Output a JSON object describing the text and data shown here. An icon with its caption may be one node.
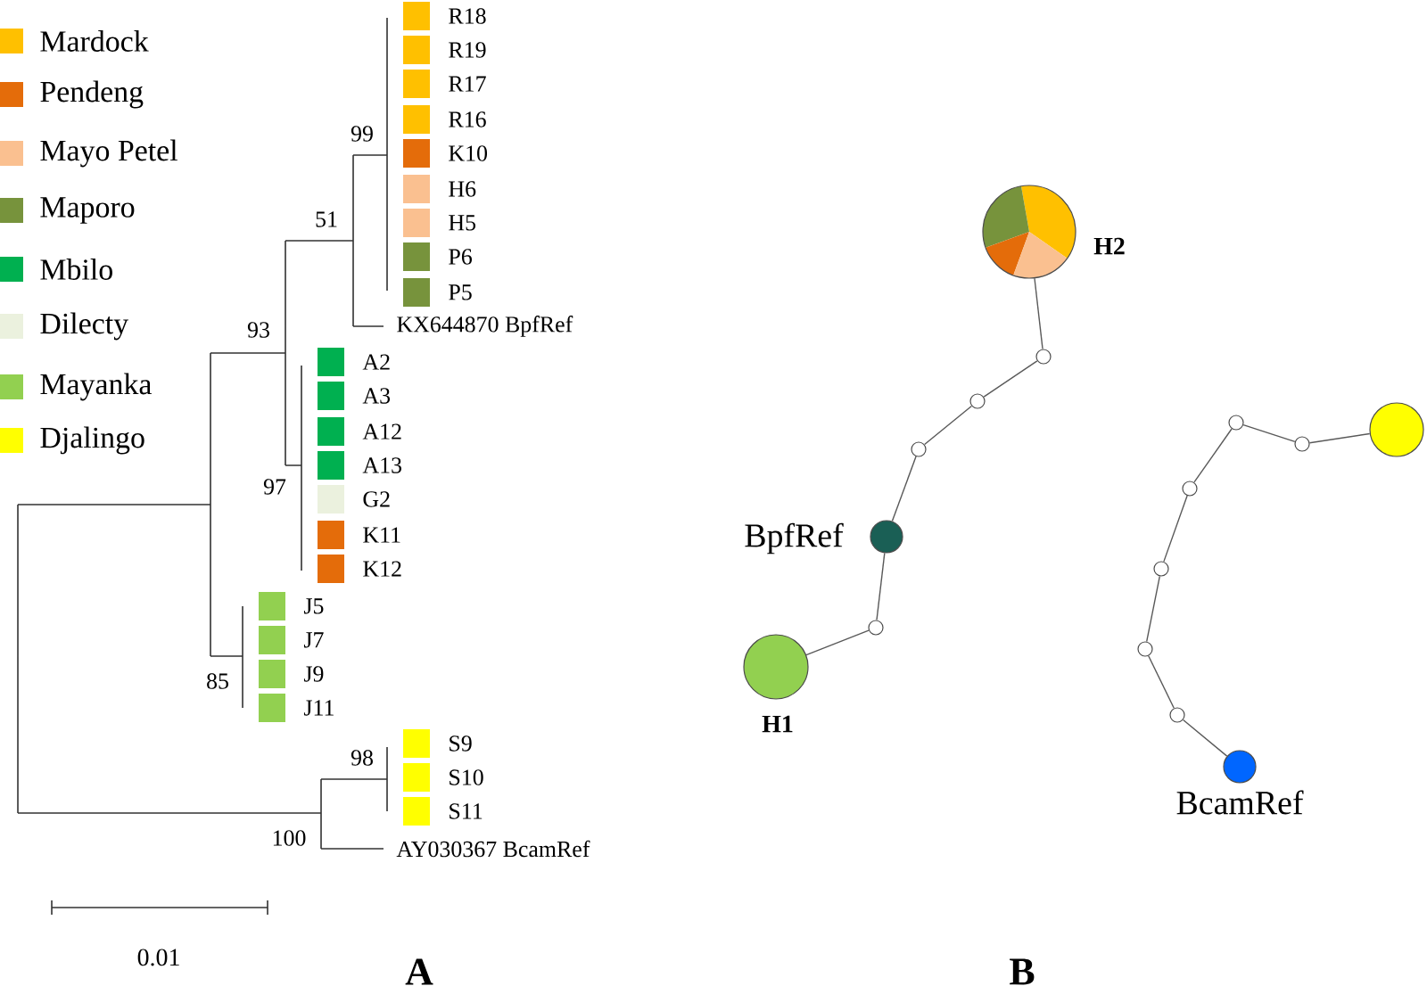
{
  "diagram": {
    "nodes": [
      {
        "text": [],
        "shape": "circle",
        "beside": [
          "H2"
        ]
      },
      {
        "text": [],
        "shape": "circle"
      },
      {
        "text": [],
        "shape": "circle"
      },
      {
        "text": [],
        "shape": "circle"
      },
      {
        "text": [],
        "shape": "circle"
      },
      {
        "text": [],
        "shape": "circle"
      },
      {
        "text": [],
        "shape": "circle"
      },
      {
        "text": [],
        "shape": "circle"
      },
      {
        "text": [],
        "shape": "circle",
        "beside": [
          "BpfRef"
        ]
      },
      {
        "text": [],
        "shape": "circle"
      },
      {
        "text": [],
        "shape": "circle"
      },
      {
        "text": [],
        "shape": "circle"
      },
      {
        "text": [],
        "shape": "circle",
        "beside": [
          "H1"
        ]
      },
      {
        "text": [],
        "shape": "circle"
      },
      {
        "text": [],
        "shape": "circle",
        "beside": [
          "BcamRef"
        ]
      }
    ],
    "edges": [
      {
        "from": 0,
        "to": 1,
        "arrow": "none"
      },
      {
        "from": 1,
        "to": 2,
        "arrow": "none"
      },
      {
        "from": 2,
        "to": 6,
        "arrow": "none"
      },
      {
        "from": 6,
        "to": 8,
        "arrow": "none"
      },
      {
        "from": 8,
        "to": 10,
        "arrow": "none"
      },
      {
        "from": 10,
        "to": 12,
        "arrow": "none"
      },
      {
        "from": 4,
        "to": 5,
        "arrow": "none"
      },
      {
        "from": 5,
        "to": 3,
        "arrow": "none"
      },
      {
        "from": 3,
        "to": 7,
        "arrow": "none"
      },
      {
        "from": 7,
        "to": 9,
        "arrow": "none"
      },
      {
        "from": 9,
        "to": 11,
        "arrow": "none"
      },
      {
        "from": 11,
        "to": 13,
        "arrow": "none"
      },
      {
        "from": 13,
        "to": 14,
        "arrow": "none"
      }
    ],
    "labels": [
      "R18",
      "R19",
      "R17",
      "R16",
      "99",
      "K10",
      "H6",
      "H5",
      "P6",
      "P5",
      "51",
      "KX644870 BpfRef",
      "93",
      "A2",
      "A3",
      "A12",
      "A13",
      "97",
      "G2",
      "K11",
      "K12",
      "J5",
      "J7",
      "J9",
      "85",
      "J11",
      "S9",
      "98",
      "S10",
      "S11",
      "100",
      "AY030367 BcamRef",
      "0.01",
      "A",
      "B"
    ],
    "legend": [
      {
        "text": "Mardock",
        "color": "#ffc000"
      },
      {
        "text": "Pendeng",
        "color": "#e46c0a"
      },
      {
        "text": "Mayo Petel",
        "color": "#fac090"
      },
      {
        "text": "Maporo",
        "color": "#77933c"
      },
      {
        "text": "Mbilo",
        "color": "#00b050"
      },
      {
        "text": "Dilecty",
        "color": "#ebf1de"
      },
      {
        "text": "Mayanka",
        "color": "#92d050"
      },
      {
        "text": "Djalingo",
        "color": "#ffff00"
      }
    ]
  }
}
